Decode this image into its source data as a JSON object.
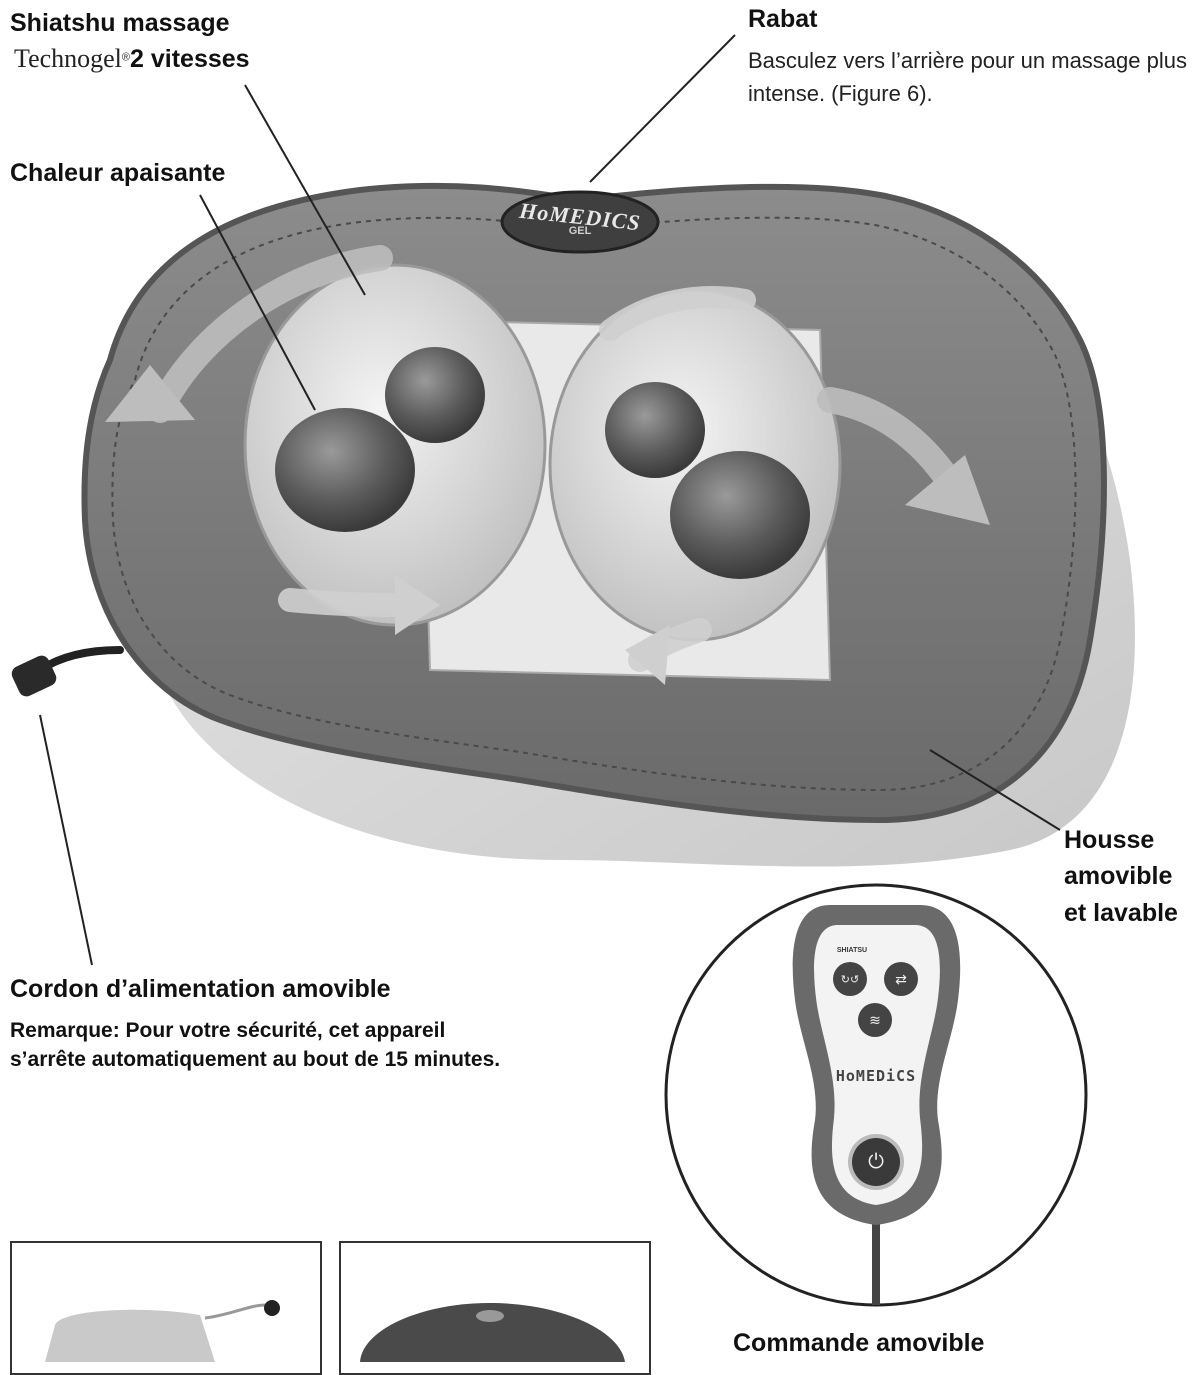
{
  "labels": {
    "shiatsu_title": "Shiatshu massage",
    "technogel": "Technogel",
    "technogel_mark": "®",
    "speeds": "2 vitesses",
    "heat": "Chaleur apaisante",
    "flap_title": "Rabat",
    "flap_desc": "Basculez vers l’arrière pour un massage plus intense. (Figure 6).",
    "cover_line1": "Housse",
    "cover_line2": "amovible",
    "cover_line3": "et lavable",
    "cord_title": "Cordon d’alimentation amovible",
    "note_line1": "Remarque: Pour votre sécurité, cet appareil",
    "note_line2": "s’arrête automatiquement au bout de 15 minutes.",
    "remote_title": "Commande amovible"
  },
  "product": {
    "logo": "HoMEDICS",
    "logo_sub": "GEL"
  },
  "remote": {
    "mode_label": "SHIATSU",
    "button_shiatsu_glyph": "↻↺",
    "button_speed_glyph": "⇄",
    "button_heat_glyph": "≋",
    "brand": "HoMEDiCS",
    "power_glyph": "⏻"
  },
  "colors": {
    "cushion_dark": "#6e6e6e",
    "cushion_mid": "#8a8a8a",
    "plush": "#d8d8d8",
    "arrow": "#bdbdbd",
    "line": "#222222"
  }
}
